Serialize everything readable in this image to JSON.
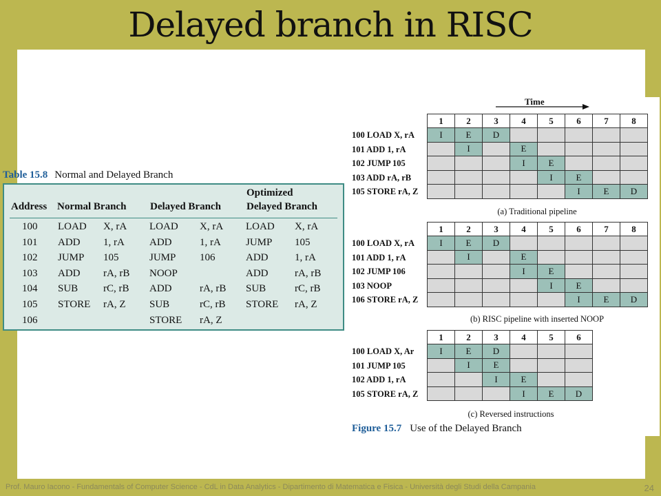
{
  "slide": {
    "title": "Delayed branch in RISC",
    "footer": "Prof. Mauro Iacono - Fundamentals of Computer  Science - CdL in Data Analytics - Dipartimento di Matematica e Fisica - Università degli Studi della Campania",
    "page_number": "24"
  },
  "table": {
    "caption_label": "Table 15.8",
    "caption_text": "Normal and Delayed Branch",
    "headers": {
      "address": "Address",
      "normal": "Normal Branch",
      "delayed": "Delayed Branch",
      "optimized_line1": "Optimized",
      "optimized_line2": "Delayed Branch"
    },
    "rows": [
      [
        "100",
        "LOAD",
        "X, rA",
        "LOAD",
        "X, rA",
        "LOAD",
        "X, rA"
      ],
      [
        "101",
        "ADD",
        "1, rA",
        "ADD",
        "1, rA",
        "JUMP",
        "105"
      ],
      [
        "102",
        "JUMP",
        "105",
        "JUMP",
        "106",
        "ADD",
        "1, rA"
      ],
      [
        "103",
        "ADD",
        "rA, rB",
        "NOOP",
        "",
        "ADD",
        "rA, rB"
      ],
      [
        "104",
        "SUB",
        "rC, rB",
        "ADD",
        "rA, rB",
        "SUB",
        "rC, rB"
      ],
      [
        "105",
        "STORE",
        "rA, Z",
        "SUB",
        "rC, rB",
        "STORE",
        "rA, Z"
      ],
      [
        "106",
        "",
        "",
        "STORE",
        "rA, Z",
        "",
        ""
      ]
    ]
  },
  "figure": {
    "time_label": "Time",
    "caption_label": "Figure 15.7",
    "caption_text": "Use of the Delayed Branch",
    "diagrams": [
      {
        "caption": "(a) Traditional pipeline",
        "columns": [
          "1",
          "2",
          "3",
          "4",
          "5",
          "6",
          "7",
          "8"
        ],
        "rows": [
          {
            "label": "100 LOAD X, rA",
            "cells": [
              "I",
              "E",
              "D",
              "",
              "",
              "",
              "",
              ""
            ]
          },
          {
            "label": "101 ADD 1, rA",
            "cells": [
              "",
              "I",
              "",
              "E",
              "",
              "",
              "",
              ""
            ]
          },
          {
            "label": "102 JUMP 105",
            "cells": [
              "",
              "",
              "",
              "I",
              "E",
              "",
              "",
              ""
            ]
          },
          {
            "label": "103 ADD rA, rB",
            "cells": [
              "",
              "",
              "",
              "",
              "I",
              "E",
              "",
              ""
            ]
          },
          {
            "label": "105 STORE rA, Z",
            "cells": [
              "",
              "",
              "",
              "",
              "",
              "I",
              "E",
              "D"
            ]
          }
        ]
      },
      {
        "caption": "(b) RISC pipeline with inserted NOOP",
        "columns": [
          "1",
          "2",
          "3",
          "4",
          "5",
          "6",
          "7",
          "8"
        ],
        "rows": [
          {
            "label": "100 LOAD X, rA",
            "cells": [
              "I",
              "E",
              "D",
              "",
              "",
              "",
              "",
              ""
            ]
          },
          {
            "label": "101 ADD 1, rA",
            "cells": [
              "",
              "I",
              "",
              "E",
              "",
              "",
              "",
              ""
            ]
          },
          {
            "label": "102 JUMP 106",
            "cells": [
              "",
              "",
              "",
              "I",
              "E",
              "",
              "",
              ""
            ]
          },
          {
            "label": "103 NOOP",
            "cells": [
              "",
              "",
              "",
              "",
              "I",
              "E",
              "",
              ""
            ]
          },
          {
            "label": "106 STORE rA, Z",
            "cells": [
              "",
              "",
              "",
              "",
              "",
              "I",
              "E",
              "D"
            ]
          }
        ]
      },
      {
        "caption": "(c) Reversed instructions",
        "columns": [
          "1",
          "2",
          "3",
          "4",
          "5",
          "6"
        ],
        "rows": [
          {
            "label": "100 LOAD X, Ar",
            "cells": [
              "I",
              "E",
              "D",
              "",
              "",
              ""
            ]
          },
          {
            "label": "101 JUMP 105",
            "cells": [
              "",
              "I",
              "E",
              "",
              "",
              ""
            ]
          },
          {
            "label": "102 ADD 1, rA",
            "cells": [
              "",
              "",
              "I",
              "E",
              "",
              ""
            ]
          },
          {
            "label": "105 STORE rA, Z",
            "cells": [
              "",
              "",
              "",
              "I",
              "E",
              "D"
            ]
          }
        ]
      }
    ]
  },
  "colors": {
    "slide_background": "#bcb750",
    "table_fill": "#dceae6",
    "table_border": "#3e8c84",
    "active_cell": "#9cc0b8",
    "empty_cell": "#d9d9d9",
    "caption_label": "#1f5e99"
  }
}
